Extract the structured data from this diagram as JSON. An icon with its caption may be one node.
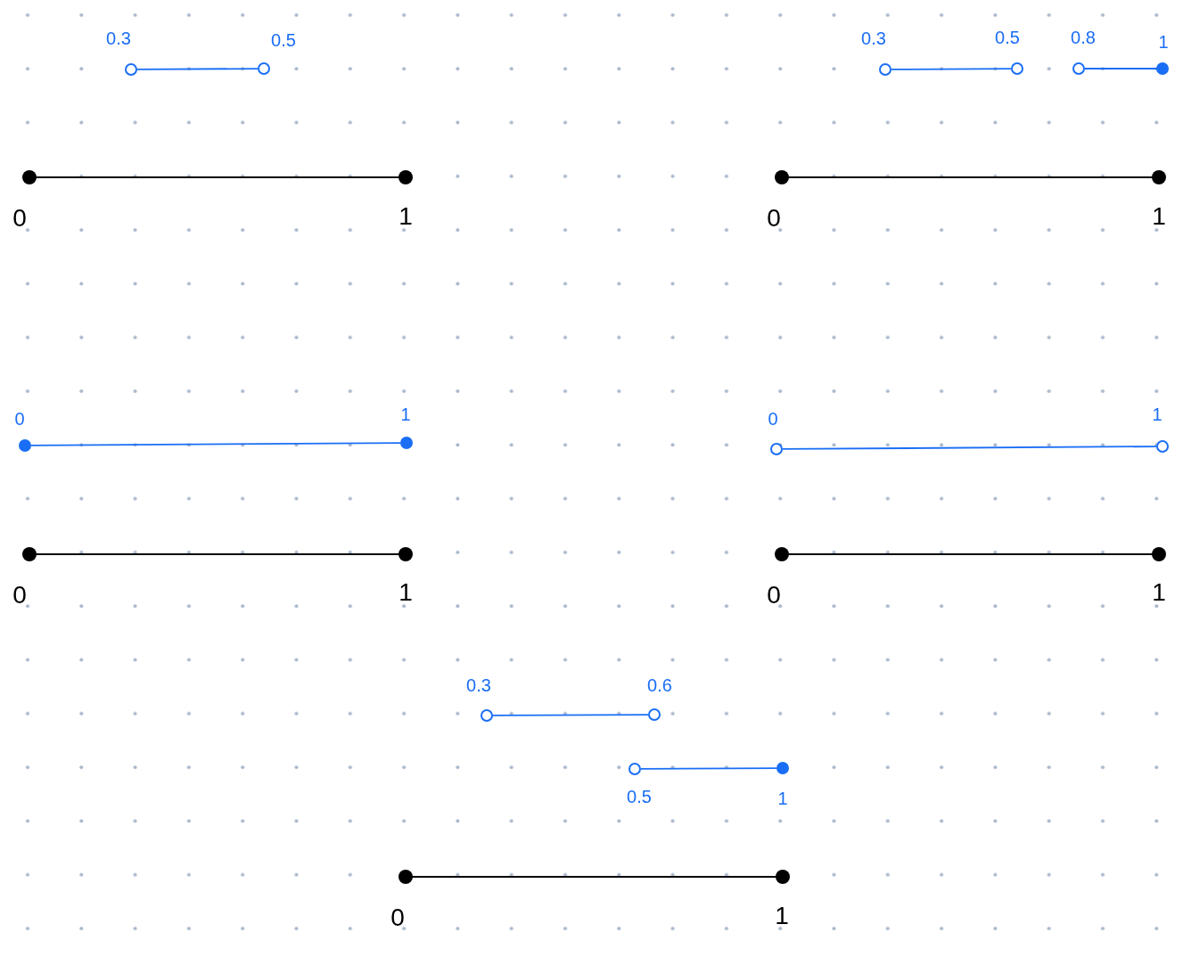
{
  "diagram": {
    "nodes": [
      {
        "text": [],
        "shape": "circle",
        "beside": [
          "0.3"
        ]
      },
      {
        "text": [],
        "shape": "circle",
        "beside": [
          "0.5"
        ]
      },
      {
        "text": [],
        "shape": "circle",
        "beside": [
          "0.3"
        ]
      },
      {
        "text": [],
        "shape": "circle",
        "beside": [
          "0.5"
        ]
      },
      {
        "text": [],
        "shape": "circle",
        "beside": [
          "0.8"
        ]
      },
      {
        "text": [],
        "shape": "dot",
        "beside": [
          "1"
        ]
      },
      {
        "text": [],
        "shape": "dot",
        "beside": [
          "0"
        ]
      },
      {
        "text": [],
        "shape": "dot",
        "beside": [
          "1"
        ]
      },
      {
        "text": [],
        "shape": "dot",
        "beside": [
          "0"
        ]
      },
      {
        "text": [],
        "shape": "dot",
        "beside": [
          "1"
        ]
      },
      {
        "text": [],
        "shape": "dot",
        "beside": [
          "0"
        ]
      },
      {
        "text": [],
        "shape": "dot",
        "beside": [
          "1"
        ]
      },
      {
        "text": [],
        "shape": "circle",
        "beside": [
          "0"
        ]
      },
      {
        "text": [],
        "shape": "circle",
        "beside": [
          "1"
        ]
      },
      {
        "text": [],
        "shape": "dot",
        "beside": [
          "0"
        ]
      },
      {
        "text": [],
        "shape": "dot",
        "beside": [
          "1"
        ]
      },
      {
        "text": [],
        "shape": "dot",
        "beside": [
          "0"
        ]
      },
      {
        "text": [],
        "shape": "dot",
        "beside": [
          "1"
        ]
      },
      {
        "text": [],
        "shape": "circle",
        "beside": [
          "0.3"
        ]
      },
      {
        "text": [],
        "shape": "circle",
        "beside": [
          "0.6"
        ]
      },
      {
        "text": [],
        "shape": "circle",
        "beside": [
          "0.5"
        ]
      },
      {
        "text": [],
        "shape": "dot",
        "beside": [
          "1"
        ]
      },
      {
        "text": [],
        "shape": "dot",
        "beside": [
          "0"
        ]
      },
      {
        "text": [],
        "shape": "dot",
        "beside": [
          "1"
        ]
      }
    ],
    "edges": [
      {
        "from": 0,
        "to": 1,
        "arrow": "none"
      },
      {
        "from": 2,
        "to": 3,
        "arrow": "none"
      },
      {
        "from": 4,
        "to": 5,
        "arrow": "none"
      },
      {
        "from": 6,
        "to": 7,
        "arrow": "none",
        "color": "#000000"
      },
      {
        "from": 8,
        "to": 9,
        "arrow": "none",
        "color": "#000000"
      },
      {
        "from": 10,
        "to": 11,
        "arrow": "none"
      },
      {
        "from": 12,
        "to": 13,
        "arrow": "none"
      },
      {
        "from": 14,
        "to": 15,
        "arrow": "none",
        "color": "#000000"
      },
      {
        "from": 16,
        "to": 17,
        "arrow": "none",
        "color": "#000000"
      },
      {
        "from": 18,
        "to": 19,
        "arrow": "none"
      },
      {
        "from": 20,
        "to": 21,
        "arrow": "none"
      },
      {
        "from": 22,
        "to": 23,
        "arrow": "none",
        "color": "#000000"
      }
    ]
  }
}
